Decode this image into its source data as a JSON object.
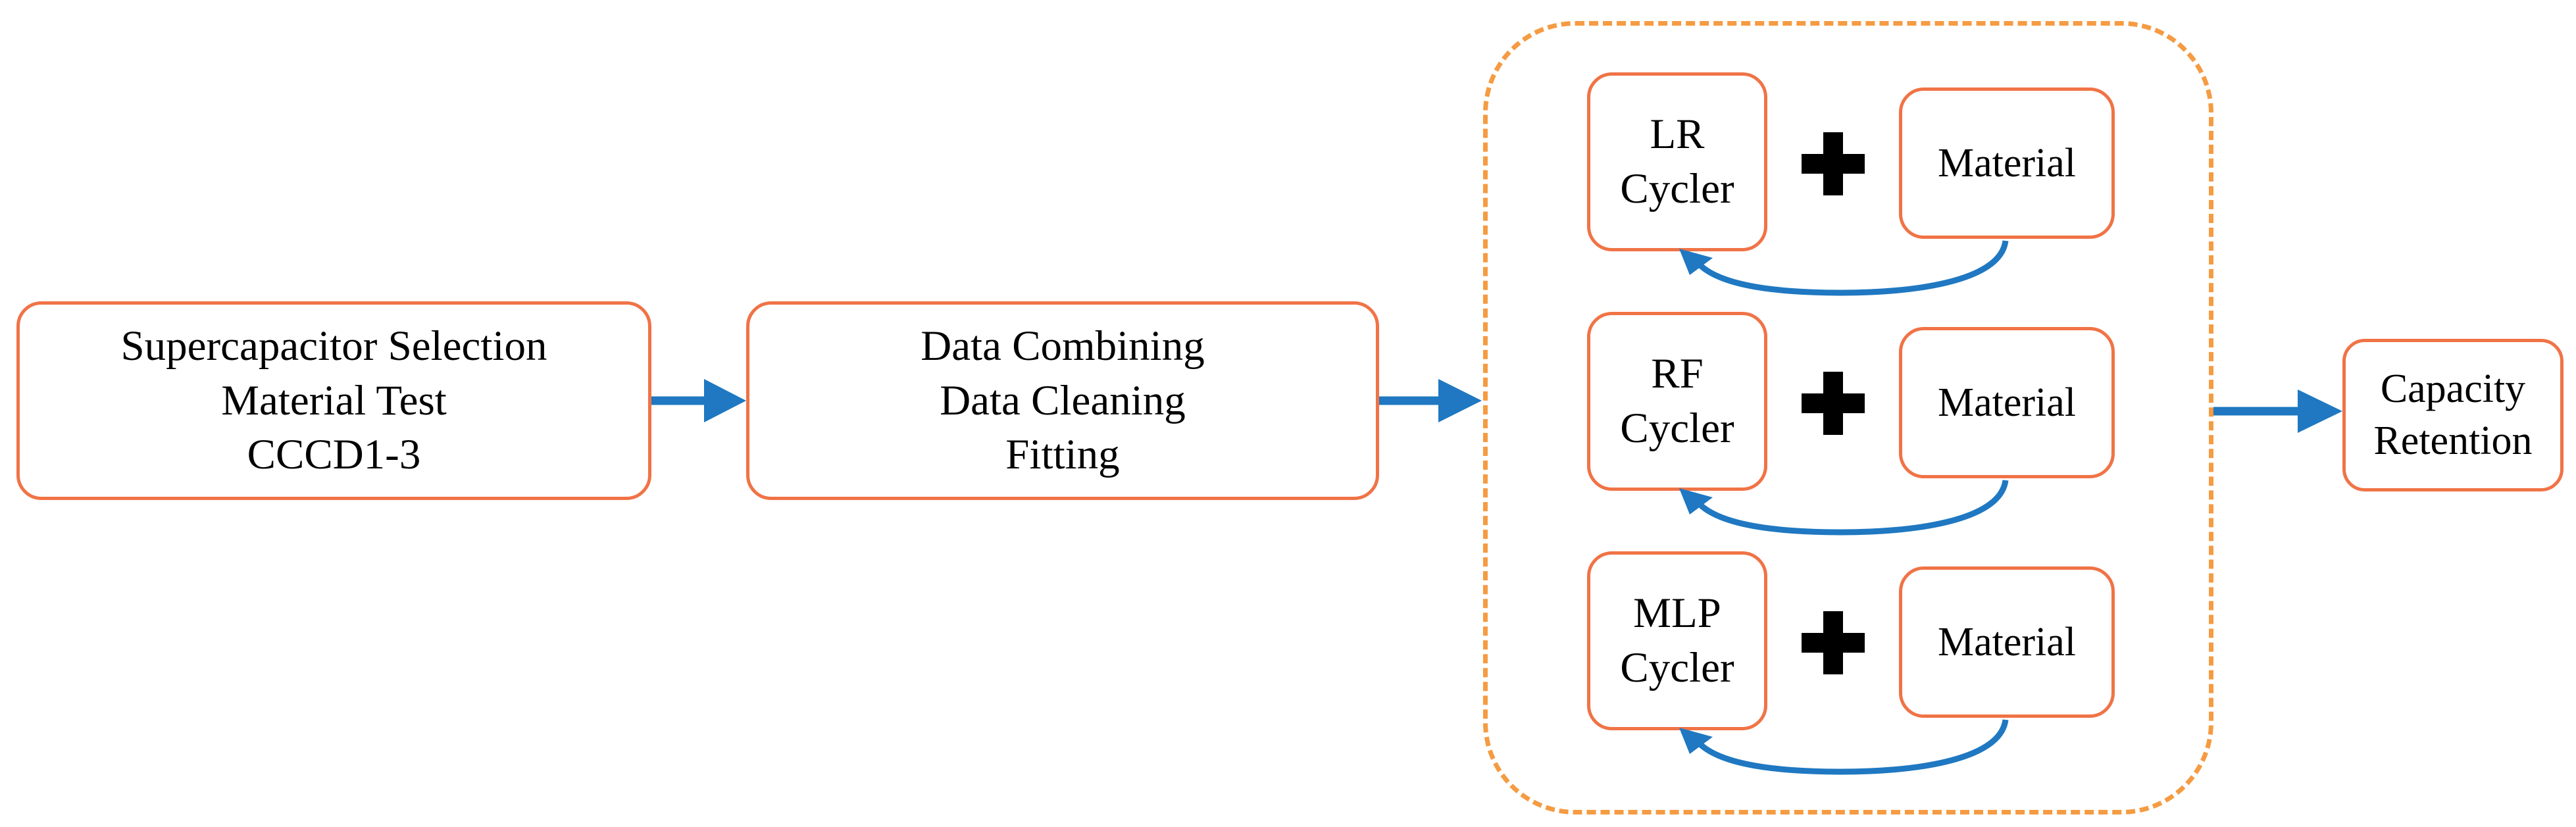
{
  "colors": {
    "box_border": "#F07346",
    "group_border": "#F59B42",
    "arrow": "#1F78C1",
    "plus": "#000000"
  },
  "stages": {
    "selection": {
      "lines": [
        "Supercapacitor Selection",
        "Material Test",
        "CCCD1-3"
      ]
    },
    "processing": {
      "lines": [
        "Data Combining",
        "Data Cleaning",
        "Fitting"
      ]
    },
    "output": {
      "lines": [
        "Capacity",
        "Retention"
      ]
    }
  },
  "models": [
    {
      "cycler_lines": [
        "LR",
        "Cycler"
      ],
      "material": "Material"
    },
    {
      "cycler_lines": [
        "RF",
        "Cycler"
      ],
      "material": "Material"
    },
    {
      "cycler_lines": [
        "MLP",
        "Cycler"
      ],
      "material": "Material"
    }
  ],
  "icons": {
    "plus": "plus-icon",
    "arrow": "right-arrow-icon",
    "feedback": "curved-feedback-arrow-icon"
  }
}
